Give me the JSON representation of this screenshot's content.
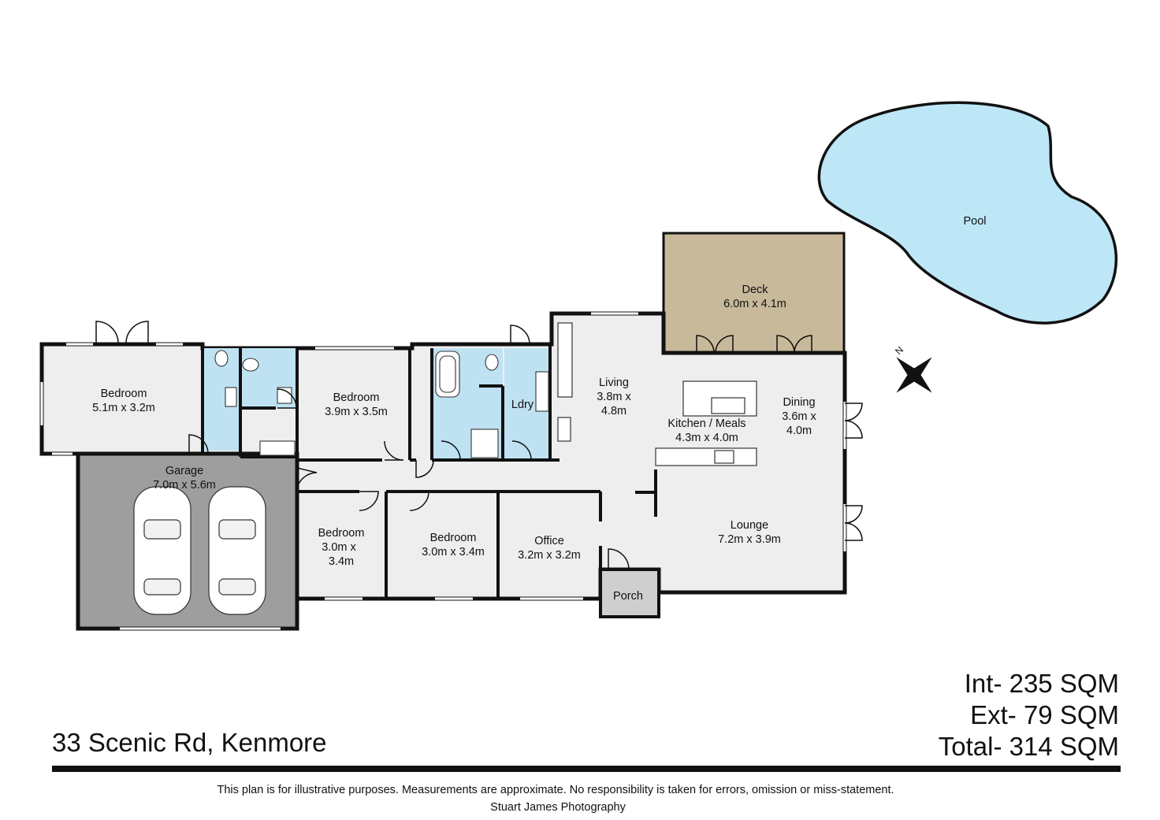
{
  "rooms": {
    "pool": {
      "name": "Pool"
    },
    "deck": {
      "name": "Deck",
      "size": "6.0m x 4.1m"
    },
    "bedroom_west": {
      "name": "Bedroom",
      "size": "5.1m x 3.2m"
    },
    "bedroom_north": {
      "name": "Bedroom",
      "size": "3.9m x 3.5m"
    },
    "laundry": {
      "name": "Ldry"
    },
    "living": {
      "name": "Living",
      "size_line1": "3.8m x",
      "size_line2": "4.8m"
    },
    "kitchen": {
      "name": "Kitchen / Meals",
      "size": "4.3m x 4.0m"
    },
    "dining": {
      "name": "Dining",
      "size_line1": "3.6m x",
      "size_line2": "4.0m"
    },
    "garage": {
      "name": "Garage",
      "size": "7.0m x 5.6m"
    },
    "bedroom_south1": {
      "name": "Bedroom",
      "size_line1": "3.0m x",
      "size_line2": "3.4m"
    },
    "bedroom_south2": {
      "name": "Bedroom",
      "size": "3.0m x 3.4m"
    },
    "office": {
      "name": "Office",
      "size": "3.2m x 3.2m"
    },
    "lounge": {
      "name": "Lounge",
      "size": "7.2m x 3.9m"
    },
    "porch": {
      "name": "Porch"
    }
  },
  "compass": {
    "label": "N"
  },
  "areas": {
    "internal": "Int- 235 SQM",
    "external": "Ext- 79 SQM",
    "total": "Total- 314 SQM"
  },
  "address": "33 Scenic Rd, Kenmore",
  "disclaimer": "This plan is for illustrative purposes. Measurements are approximate. No responsibility is taken for errors, omission or miss-statement.",
  "credit": "Stuart James Photography",
  "colors": {
    "floor": "#eeeeef",
    "wall": "#111111",
    "wet_area": "#bfe2f3",
    "deck": "#c8b99b",
    "garage": "#9e9e9e",
    "porch": "#cfcfcf",
    "pool": "#bde7f7"
  }
}
